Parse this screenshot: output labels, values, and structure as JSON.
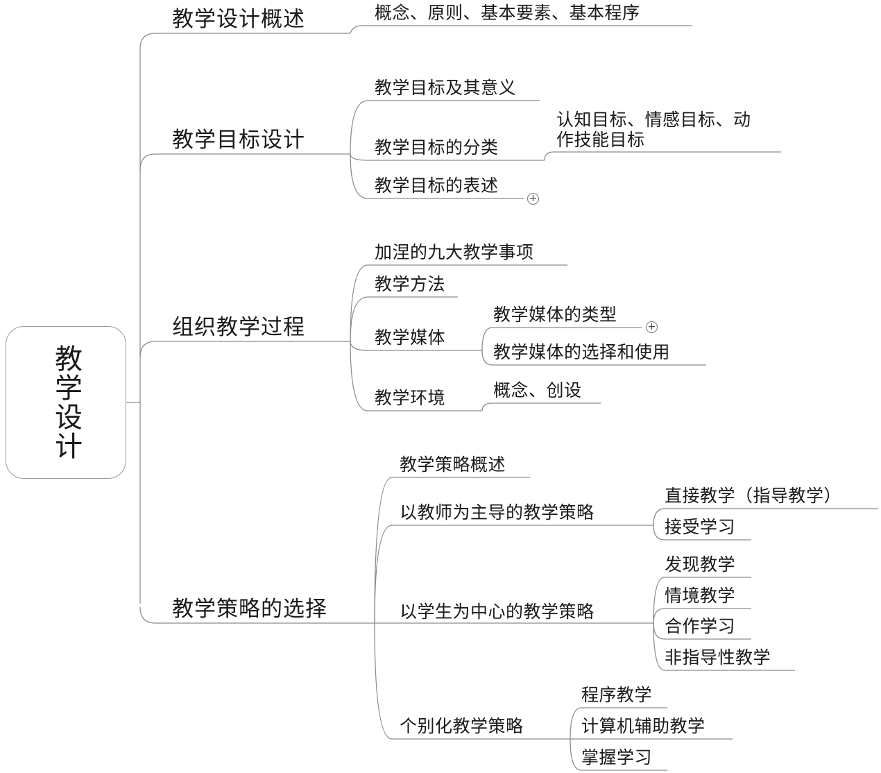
{
  "root": "教学设计",
  "branches": [
    {
      "label": "教学设计概述",
      "children": [
        {
          "label": "概念、原则、基本要素、基本程序"
        }
      ]
    },
    {
      "label": "教学目标设计",
      "children": [
        {
          "label": "教学目标及其意义"
        },
        {
          "label": "教学目标的分类",
          "children": [
            {
              "label": "认知目标、情感目标、动作技能目标"
            }
          ]
        },
        {
          "label": "教学目标的表述",
          "collapsed": true
        }
      ]
    },
    {
      "label": "组织教学过程",
      "children": [
        {
          "label": "加涅的九大教学事项"
        },
        {
          "label": "教学方法"
        },
        {
          "label": "教学媒体",
          "children": [
            {
              "label": "教学媒体的类型",
              "collapsed": true
            },
            {
              "label": "教学媒体的选择和使用"
            }
          ]
        },
        {
          "label": "教学环境",
          "children": [
            {
              "label": "概念、创设"
            }
          ]
        }
      ]
    },
    {
      "label": "教学策略的选择",
      "children": [
        {
          "label": "教学策略概述"
        },
        {
          "label": "以教师为主导的教学策略",
          "children": [
            {
              "label": "直接教学（指导教学）"
            },
            {
              "label": "接受学习"
            }
          ]
        },
        {
          "label": "以学生为中心的教学策略",
          "children": [
            {
              "label": "发现教学"
            },
            {
              "label": "情境教学"
            },
            {
              "label": "合作学习"
            },
            {
              "label": "非指导性教学"
            }
          ]
        },
        {
          "label": "个别化教学策略",
          "children": [
            {
              "label": "程序教学"
            },
            {
              "label": "计算机辅助教学"
            },
            {
              "label": "掌握学习"
            }
          ]
        }
      ]
    }
  ],
  "expand_symbol": "+",
  "colors": {
    "line": "#8c8c8c",
    "text": "#1a1a1a",
    "border": "#9a9a9a"
  }
}
